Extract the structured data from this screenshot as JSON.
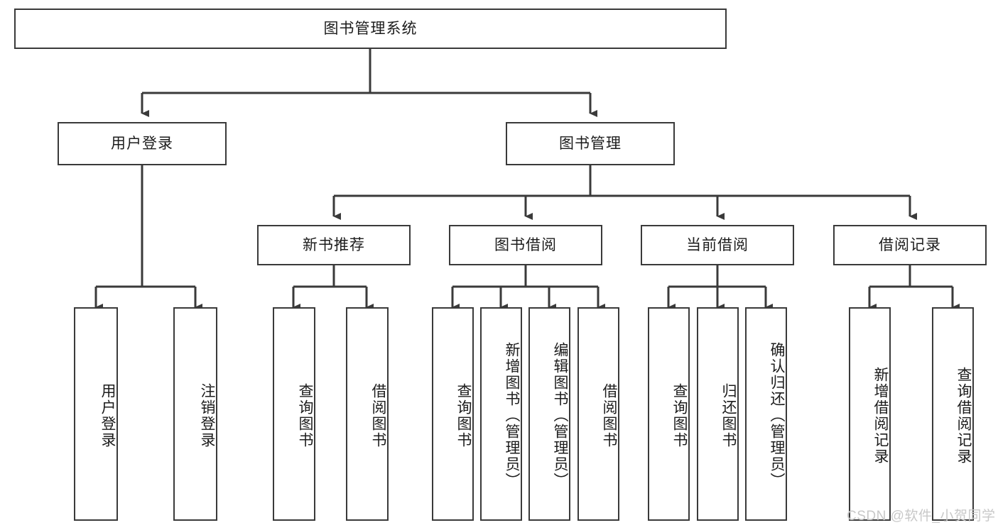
{
  "diagram": {
    "title": "图书管理系统",
    "type": "hierarchy-tree",
    "root": {
      "label": "图书管理系统"
    },
    "level2": [
      {
        "label": "用户登录"
      },
      {
        "label": "图书管理"
      }
    ],
    "level3": [
      {
        "label": "新书推荐"
      },
      {
        "label": "图书借阅"
      },
      {
        "label": "当前借阅"
      },
      {
        "label": "借阅记录"
      }
    ],
    "leaves_user_login": [
      {
        "label": "用户登录"
      },
      {
        "label": "注销登录"
      }
    ],
    "leaves_new_book": [
      {
        "label": "查询图书"
      },
      {
        "label": "借阅图书"
      }
    ],
    "leaves_borrow": [
      {
        "label": "查询图书"
      },
      {
        "label": "新增图书（管理员）"
      },
      {
        "label": "编辑图书（管理员）"
      },
      {
        "label": "借阅图书"
      }
    ],
    "leaves_current": [
      {
        "label": "查询图书"
      },
      {
        "label": "归还图书"
      },
      {
        "label": "确认归还（管理员）"
      }
    ],
    "leaves_record": [
      {
        "label": "新增借阅记录"
      },
      {
        "label": "查询借阅记录"
      }
    ]
  },
  "watermark": {
    "text": "CSDN @软件_小贺同学"
  },
  "colors": {
    "box_border": "#3a3a3a",
    "box_fill": "#ffffff",
    "text": "#1c1c1c",
    "connector": "#3a3a3a",
    "watermark": "#c8c8c8",
    "background": "#ffffff"
  }
}
